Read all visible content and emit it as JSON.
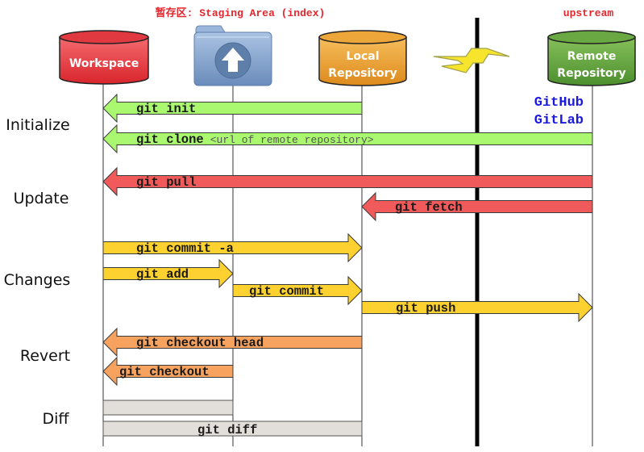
{
  "header": {
    "staging_title": "暂存区: Staging Area (index)",
    "upstream_title": "upstream"
  },
  "nodes": {
    "workspace": "Workspace",
    "local_repo_line1": "Local",
    "local_repo_line2": "Repository",
    "remote_repo_line1": "Remote",
    "remote_repo_line2": "Repository"
  },
  "hosts": [
    "GitHub",
    "GitLab"
  ],
  "phases": {
    "initialize": "Initialize",
    "update": "Update",
    "changes": "Changes",
    "revert": "Revert",
    "diff": "Diff"
  },
  "commands": {
    "init": "git init",
    "clone": "git clone",
    "clone_arg": "<url of remote repository>",
    "pull": "git pull",
    "fetch": "git fetch",
    "commit_a": "git commit -a",
    "add": "git add",
    "commit": "git commit",
    "push": "git push",
    "checkout_head": "git checkout head",
    "checkout": "git checkout",
    "diff": "git diff"
  },
  "colors": {
    "green": "#aaf870",
    "red": "#f15a5a",
    "yellow": "#fdd12f",
    "orange": "#f7a35f",
    "gray": "#e2dfdb",
    "workspace": "#e8393f",
    "staging": "#7f9fc6",
    "local": "#f0a93a",
    "remote": "#6aaa43"
  },
  "icons": {
    "staging": "folder-upload-icon",
    "network": "lightning-bolt-icon"
  }
}
